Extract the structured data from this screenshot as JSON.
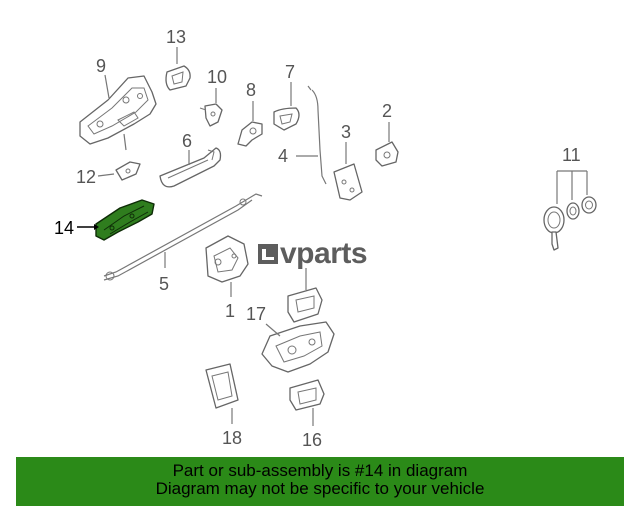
{
  "diagram": {
    "callouts": {
      "p1": "1",
      "p2": "2",
      "p3": "3",
      "p4": "4",
      "p5": "5",
      "p6": "6",
      "p7": "7",
      "p8": "8",
      "p9": "9",
      "p10": "10",
      "p11": "11",
      "p12": "12",
      "p13": "13",
      "p14": "14",
      "p16": "16",
      "p17": "17",
      "p18": "18"
    },
    "highlighted_part": "14",
    "highlight_color": "#2f7d1e"
  },
  "watermark": {
    "text": "vparts",
    "mark_icon": "lv-logo-icon"
  },
  "footer": {
    "line1": "Part or sub-assembly is #14 in diagram",
    "line2": "Diagram may not be specific to your vehicle",
    "background": "#2b8a18"
  }
}
